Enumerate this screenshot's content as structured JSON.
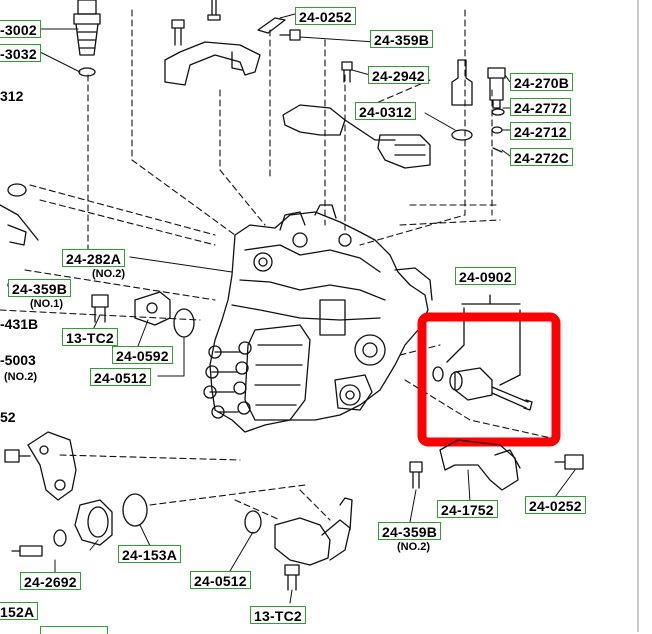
{
  "labels": {
    "p3002": "-3002",
    "p3032": "-3032",
    "p312": "312",
    "p0252_top": "24-0252",
    "p359b_top": "24-359B",
    "p2942": "24-2942",
    "p0312": "24-0312",
    "p270b": "24-270B",
    "p2772": "24-2772",
    "p2712": "24-2712",
    "p272c": "24-272C",
    "p282a": "24-282A",
    "p359b_left": "24-359B",
    "p431b": "-431B",
    "p5003": "-5003",
    "p13tc2_left": "13-TC2",
    "p0592": "24-0592",
    "p0512_left": "24-0512",
    "p0902": "24-0902",
    "p52": "52",
    "p1752": "24-1752",
    "p0252_right": "24-0252",
    "p359b_bottom": "24-359B",
    "p153a": "24-153A",
    "p2692": "24-2692",
    "p0512_bottom": "24-0512",
    "p13tc2_bottom": "13-TC2",
    "p152a": "152A"
  },
  "notes": {
    "no2_a": "(NO.2)",
    "no1": "(NO.1)",
    "no2_b": "(NO.2)",
    "no2_c": "(NO.2)"
  },
  "colors": {
    "label_border": "#2fa12f",
    "highlight": "#ff0000",
    "line": "#111111"
  },
  "highlight": {
    "target": "24-0902"
  }
}
